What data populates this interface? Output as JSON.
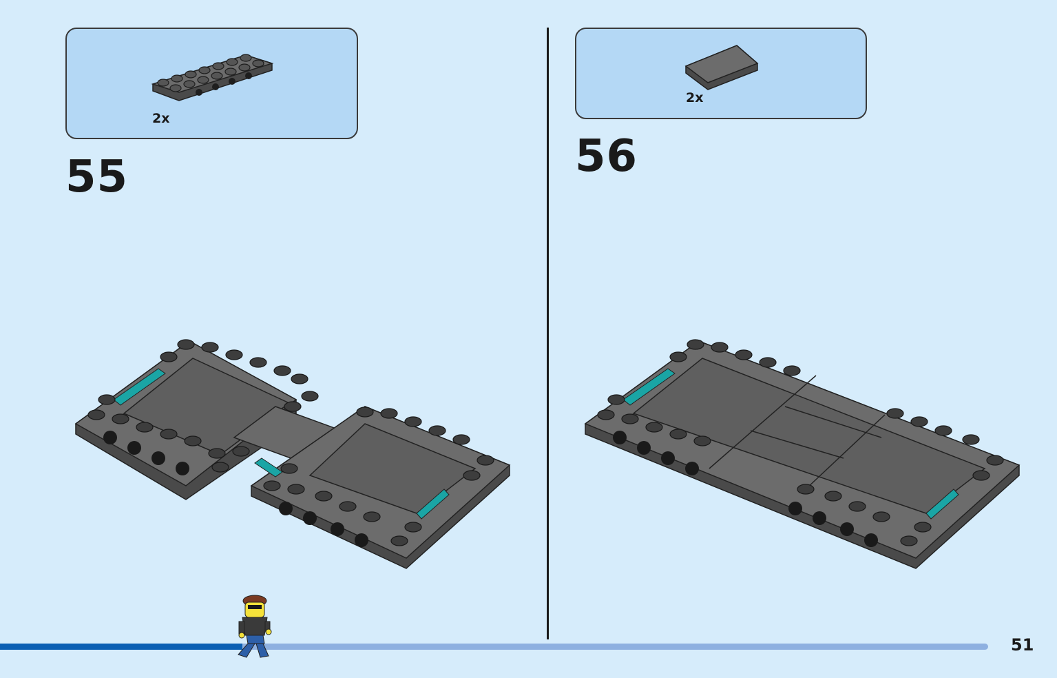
{
  "steps": [
    {
      "number": "55",
      "part_quantity": "2x",
      "part": "plate-2x8-with-side-studs-dark-gray"
    },
    {
      "number": "56",
      "part_quantity": "2x",
      "part": "tile-2x4-dark-gray"
    }
  ],
  "page": {
    "number": "51"
  },
  "progress": {
    "fraction": 0.245
  },
  "colors": {
    "background": "#d6ecfb",
    "callout_fill": "#b4d8f5",
    "brick_dark_gray": "#6c6c6c",
    "brick_teal": "#1aa5a5",
    "progress_fill": "#0b5fb3",
    "progress_track": "#8eb0e0"
  },
  "icons": [
    "minifigure-walking-icon"
  ]
}
